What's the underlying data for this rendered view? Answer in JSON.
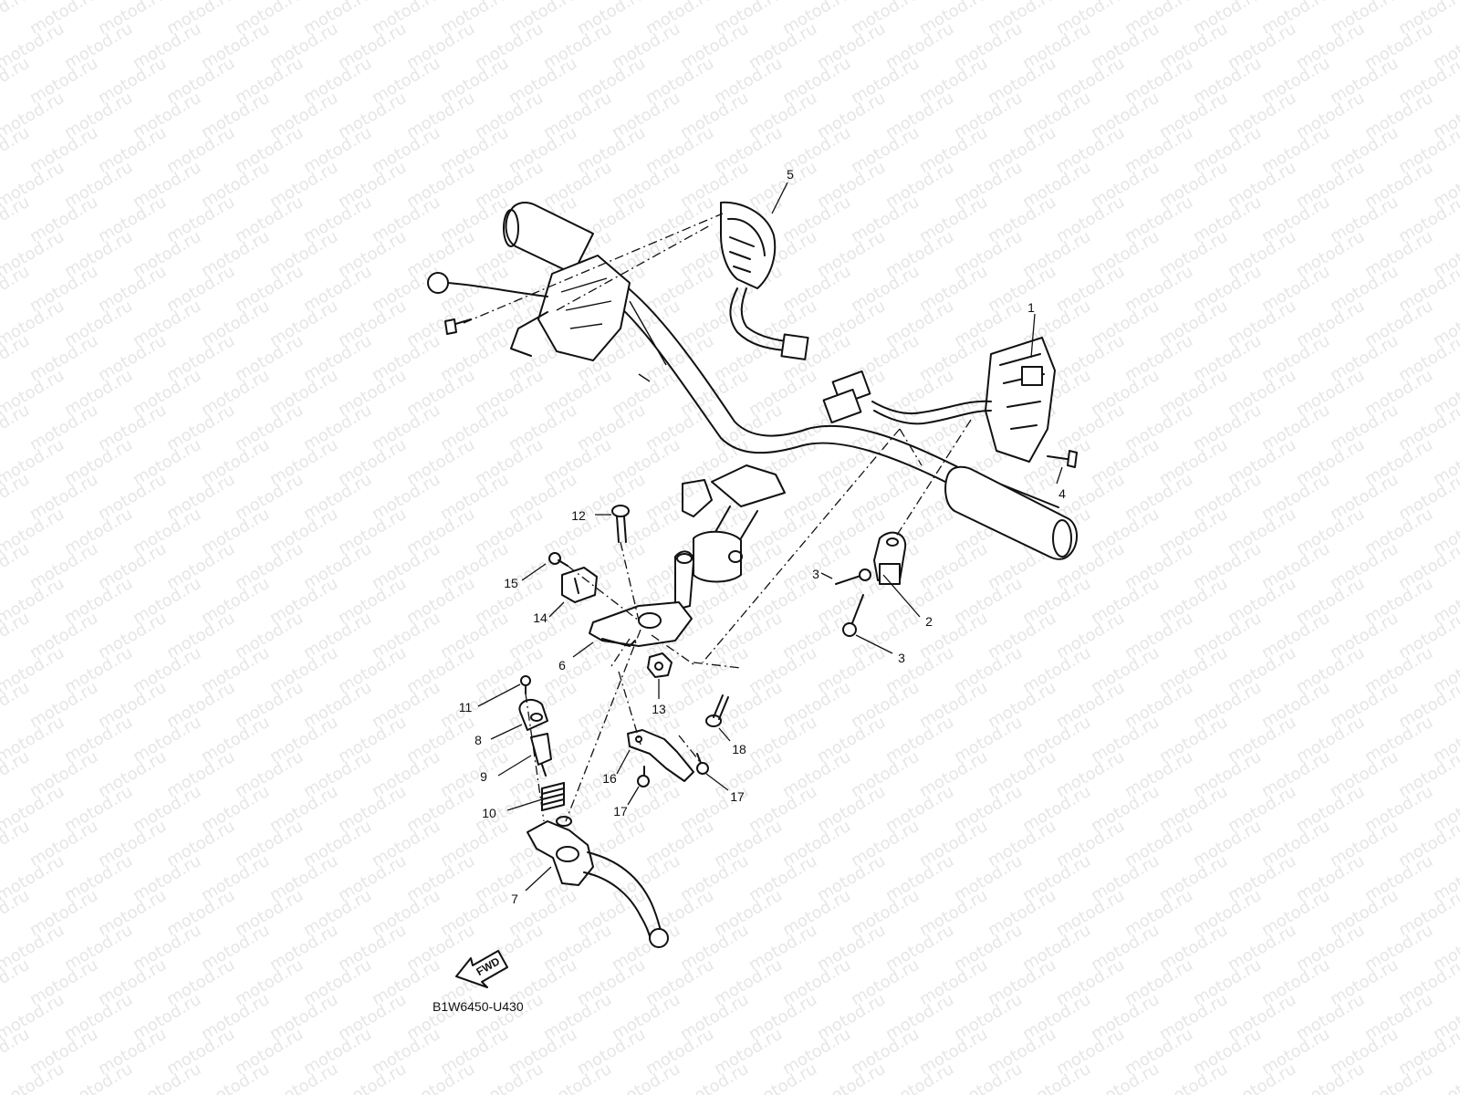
{
  "watermark": {
    "text": "motod.ru"
  },
  "diagram": {
    "drawing_code": "B1W6450-U430",
    "fwd_label": "FWD",
    "callouts": {
      "c1": "1",
      "c2": "2",
      "c3a": "3",
      "c3b": "3",
      "c4": "4",
      "c5": "5",
      "c6": "6",
      "c7": "7",
      "c8": "8",
      "c9": "9",
      "c10": "10",
      "c11": "11",
      "c12": "12",
      "c13": "13",
      "c14": "14",
      "c15": "15",
      "c16": "16",
      "c17a": "17",
      "c17b": "17",
      "c18": "18"
    }
  }
}
